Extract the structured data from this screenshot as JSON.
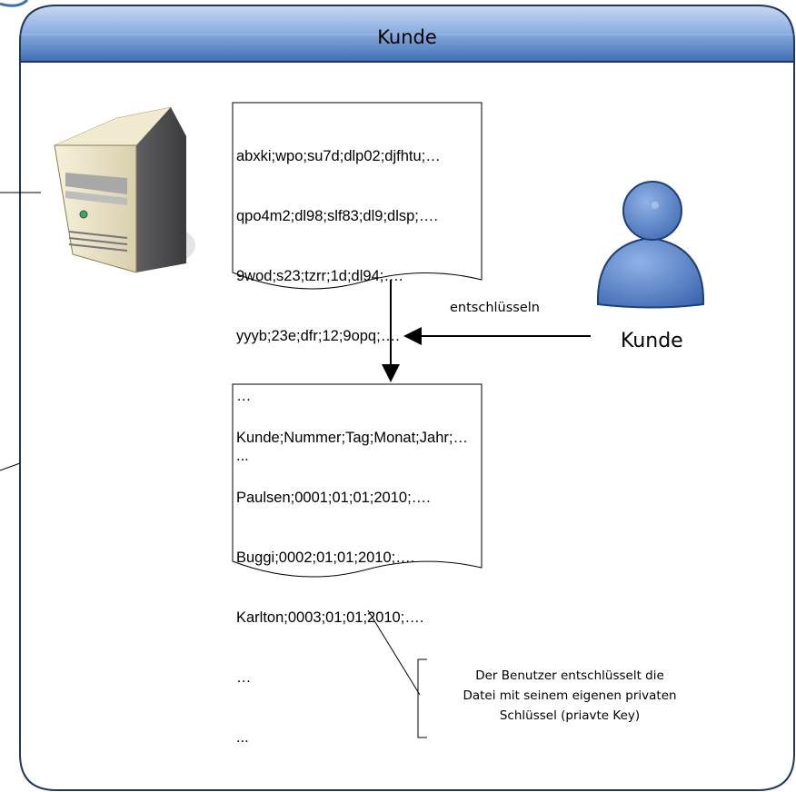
{
  "frame": {
    "title": "Kunde",
    "header_color_top": "#a9c1e8",
    "header_color_bottom": "#3f6db3",
    "border_color": "#1f3763"
  },
  "encrypted_document": {
    "lines": [
      "abxki;wpo;su7d;dlp02;djfhtu;…",
      "qpo4m2;dl98;slf83;dl9;dlsp;….",
      "9wod;s23;tzrr;1d;dl94;….",
      "yyyb;23e;dfr;12;9opq;….",
      "…",
      "..."
    ]
  },
  "decrypted_document": {
    "lines": [
      "Kunde;Nummer;Tag;Monat;Jahr;…",
      "Paulsen;0001;01;01;2010;….",
      "Buggi;0002;01;01;2010;….",
      "Karlton;0003;01;01;2010;….",
      "…",
      "..."
    ]
  },
  "action": {
    "label": "entschlüsseln"
  },
  "actor": {
    "label": "Kunde",
    "icon": "user-icon",
    "color": "#4a79c2"
  },
  "server": {
    "icon": "server-icon"
  },
  "note": {
    "lines": [
      "Der Benutzer entschlüsselt die",
      "Datei mit seinem eigenen privaten",
      "Schlüssel (priavte Key)"
    ]
  }
}
